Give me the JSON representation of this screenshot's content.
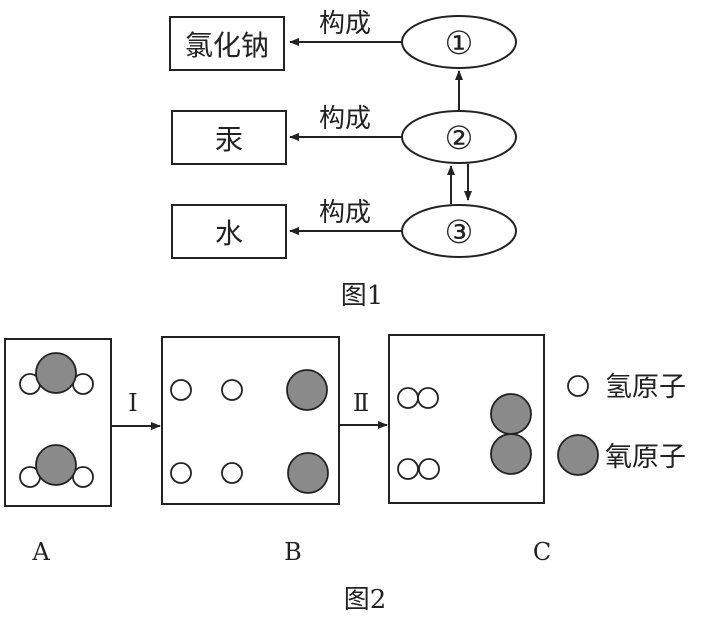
{
  "figure1": {
    "caption": "图1",
    "substances": [
      {
        "id": "nacl",
        "label": "氯化钠"
      },
      {
        "id": "mercury",
        "label": "汞"
      },
      {
        "id": "water",
        "label": "水"
      }
    ],
    "particles": [
      {
        "id": "p1",
        "label": "①"
      },
      {
        "id": "p2",
        "label": "②"
      },
      {
        "id": "p3",
        "label": "③"
      }
    ],
    "edges": [
      {
        "from": "p1",
        "to": "nacl",
        "label": "构成"
      },
      {
        "from": "p2",
        "to": "mercury",
        "label": "构成"
      },
      {
        "from": "p3",
        "to": "water",
        "label": "构成"
      },
      {
        "from": "p2",
        "to": "p1",
        "label": ""
      },
      {
        "from": "p3",
        "to": "p2",
        "label": ""
      },
      {
        "from": "p2",
        "to": "p3",
        "label": ""
      }
    ]
  },
  "figure2": {
    "caption": "图2",
    "panels": [
      {
        "id": "A",
        "label": "A",
        "contents": "2 water molecules (each 1 oxygen atom + 2 hydrogen atoms)"
      },
      {
        "id": "B",
        "label": "B",
        "contents": "4 separate hydrogen atoms + 2 separate oxygen atoms"
      },
      {
        "id": "C",
        "label": "C",
        "contents": "2 hydrogen molecules (H2) + 1 oxygen molecule (O2)"
      }
    ],
    "steps": [
      {
        "from": "A",
        "to": "B",
        "label": "Ⅰ"
      },
      {
        "from": "B",
        "to": "C",
        "label": "Ⅱ"
      }
    ],
    "legend": [
      {
        "symbol": "hydrogen-atom",
        "label": "氢原子",
        "fill": "#ffffff"
      },
      {
        "symbol": "oxygen-atom",
        "label": "氧原子",
        "fill": "#8a8a8a"
      }
    ]
  }
}
